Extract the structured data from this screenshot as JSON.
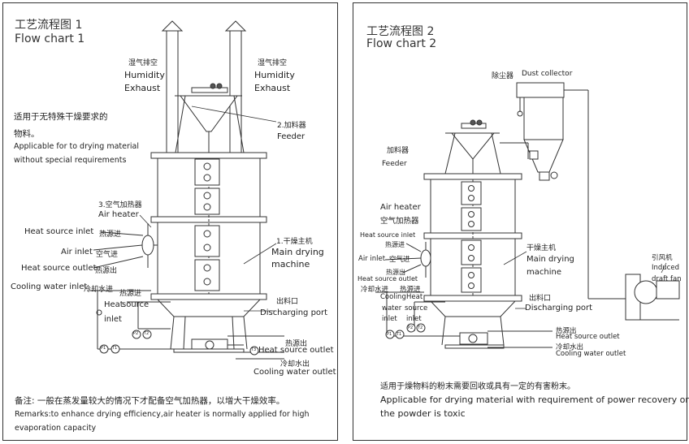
{
  "chart1": {
    "title_cn": "工艺流程图 1",
    "title_en": "Flow chart 1",
    "humidity_cn_left": "湿气排空",
    "humidity_en_left_1": "Humidity",
    "humidity_en_left_2": "Exhaust",
    "humidity_cn_right": "湿气排空",
    "humidity_en_right_1": "Humidity",
    "humidity_en_right_2": "Exhaust",
    "feeder_cn": "2.加料器",
    "feeder_en": "Feeder",
    "desc_cn_1": "适用于无特殊干燥要求的",
    "desc_cn_2": "物料。",
    "desc_en_1": "Applicable for to drying material",
    "desc_en_2": "without special requirements",
    "air_heater_cn": "3.空气加热器",
    "air_heater_en": "Air heater",
    "heat_inlet_en": "Heat source inlet",
    "heat_inlet_cn": "热源进",
    "air_inlet_en": "Air inlet",
    "air_inlet_cn": "空气进",
    "heat_outlet_en": "Heat source outlet",
    "heat_outlet_cn": "热源出",
    "main_cn": "1.干燥主机",
    "main_en_1": "Main drying",
    "main_en_2": "machine",
    "cooling_inlet_en": "Cooling water inlet",
    "cooling_inlet_cn": "冷却水进",
    "heat_in_cn_2": "热源进",
    "heat_in_en_2a": "Heat",
    "heat_in_en_2b": "source",
    "heat_in_en_2c": "inlet",
    "discharge_cn": "出料口",
    "discharge_en": "Discharging port",
    "heat_out_cn_2": "热源出",
    "heat_out_en_2": "Heat source outlet",
    "cool_out_cn": "冷却水出",
    "cool_out_en": "Cooling water outlet",
    "gauges": [
      "P1",
      "T1",
      "P2",
      "T2",
      "T3"
    ],
    "remark_cn": "备注: 一般在蒸发量较大的情况下才配备空气加热器，以增大干燥效率。",
    "remark_en_1": "Remarks:to enhance drying efficiency,air heater is normally applied for high",
    "remark_en_2": "evaporation capacity"
  },
  "chart2": {
    "title_cn": "工艺流程图 2",
    "title_en": "Flow chart 2",
    "dust_cn": "除尘器",
    "dust_en": "Dust collector",
    "feeder_cn": "加料器",
    "feeder_en": "Feeder",
    "air_heater_en": "Air heater",
    "air_heater_cn": "空气加热器",
    "heat_inlet_en": "Heat source inlet",
    "heat_inlet_cn": "热源进",
    "air_inlet_en": "Air inlet",
    "air_inlet_cn": "空气进",
    "heat_outlet_cn": "热源出",
    "heat_outlet_en": "Heat source outlet",
    "main_cn": "干燥主机",
    "main_en_1": "Main drying",
    "main_en_2": "machine",
    "cooling_inlet_cn": "冷却水进",
    "heat_in_cn_2": "热源进",
    "cooling_en_a": "Cooling",
    "cooling_en_b": "water",
    "cooling_en_c": "inlet",
    "heat_in_en_a": "Heat",
    "heat_in_en_b": "source",
    "heat_in_en_c": "inlet",
    "discharge_cn": "出料口",
    "discharge_en": "Discharging port",
    "fan_cn": "引风机",
    "fan_en_1": "Induced",
    "fan_en_2": "draft fan",
    "heat_out_cn_2": "热源出",
    "heat_out_en_2": "Heat source outlet",
    "cool_out_cn": "冷却水出",
    "cool_out_en": "Cooling water outlet",
    "gauges": [
      "P1",
      "T1",
      "P2",
      "T2"
    ],
    "desc_cn": "适用于燥物料的粉末需要回收或具有一定的有害粉末。",
    "desc_en_1": "Applicable for drying material with requirement of power recovery or",
    "desc_en_2": "the powder is toxic"
  }
}
